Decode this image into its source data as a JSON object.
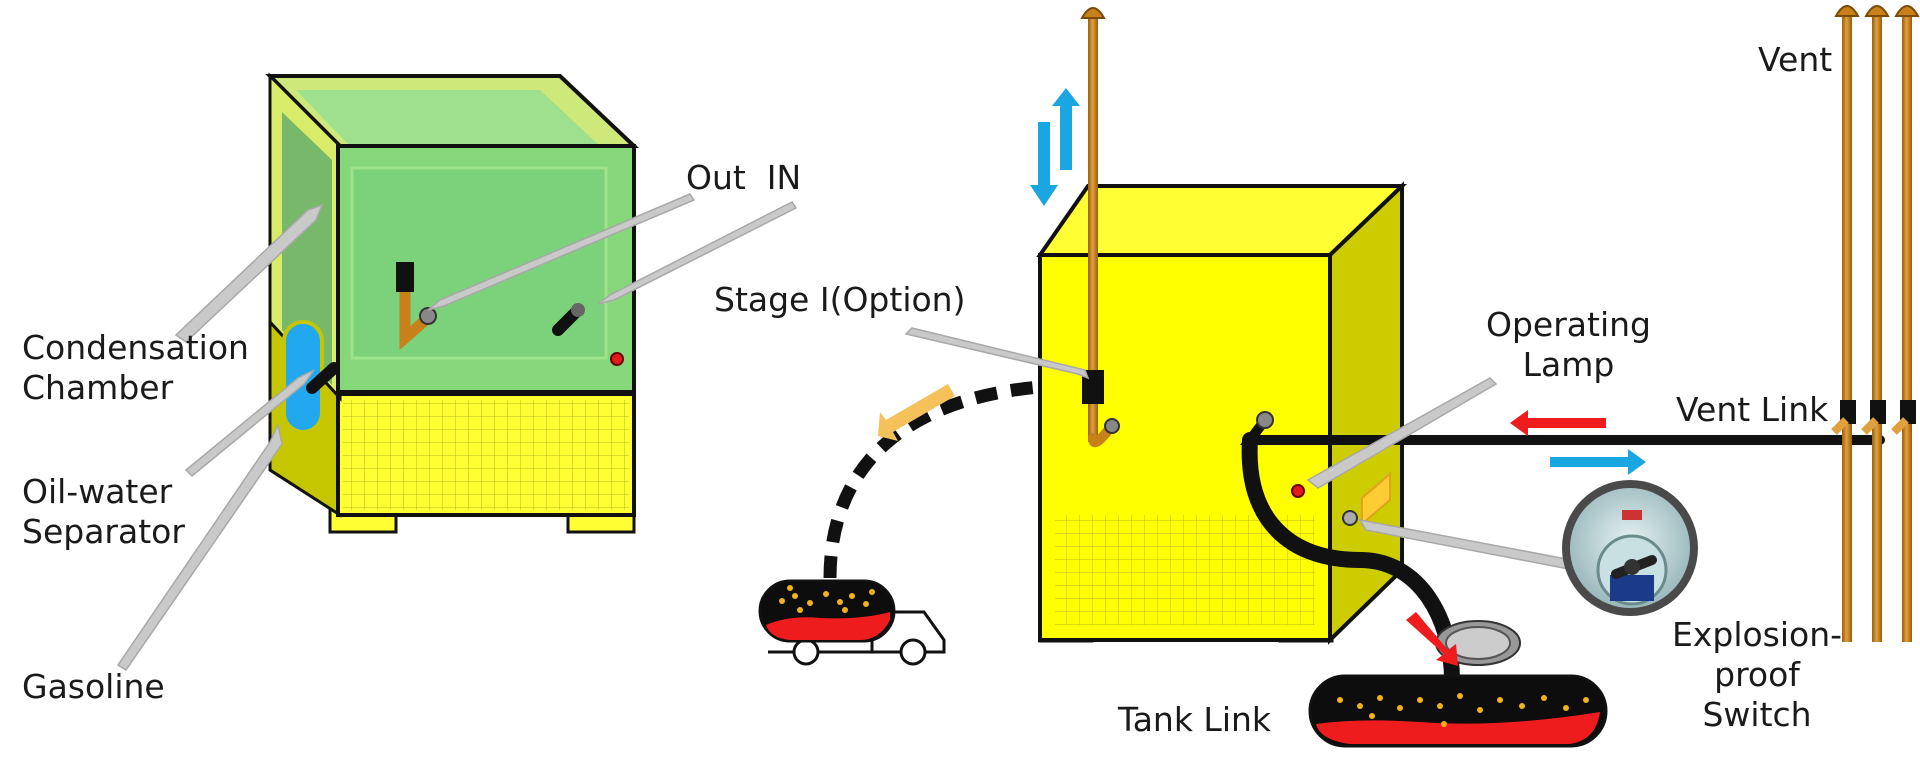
{
  "labels": {
    "condensation_chamber": [
      "Condensation",
      "Chamber"
    ],
    "oil_water_separator": [
      "Oil-water",
      "Separator"
    ],
    "gasoline": "Gasoline",
    "out_in": "Out  IN",
    "stage_one": "Stage I(Option)",
    "operating_lamp": [
      "Operating",
      "Lamp"
    ],
    "vent": "Vent",
    "vent_link": "Vent Link",
    "explosion_proof_switch": [
      "Explosion-",
      "proof",
      "Switch"
    ],
    "tank_link": "Tank Link"
  },
  "colors": {
    "cabinet_yellow": "#ffff33",
    "cabinet_side": "#cccc00",
    "chamber_green": "#7ed47e",
    "pipe_copper": "#c8801a",
    "flow_blue": "#1aa6e0",
    "flow_red": "#ee1c1c",
    "flow_orange": "#f5c15a",
    "lamp_red": "#e51919"
  }
}
